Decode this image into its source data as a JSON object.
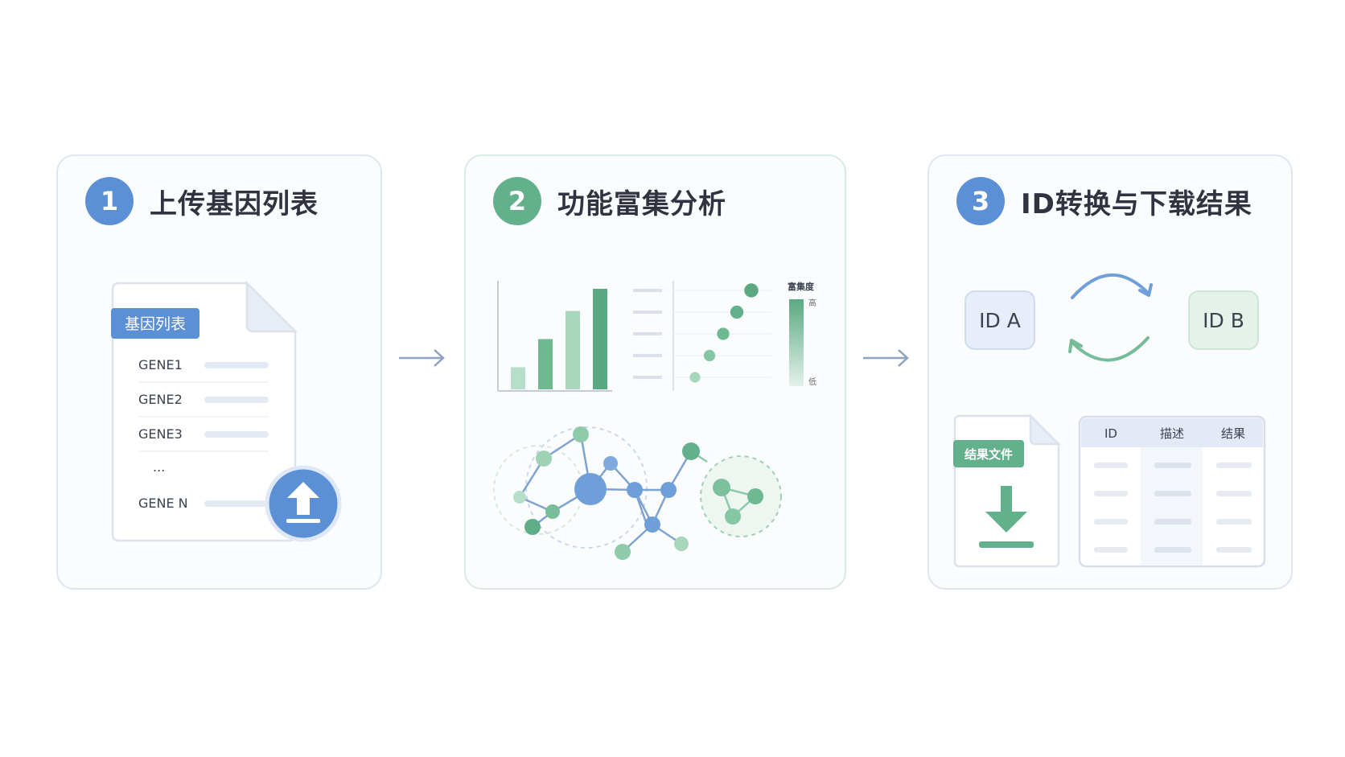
{
  "steps": [
    {
      "number": "1",
      "title": "上传基因列表",
      "color": "#5b8fd6"
    },
    {
      "number": "2",
      "title": "功能富集分析",
      "color": "#62b08c"
    },
    {
      "number": "3",
      "title": "ID转换与下载结果",
      "color": "#5b8fd6"
    }
  ],
  "step1": {
    "file_tag": "基因列表",
    "genes": [
      "GENE1",
      "GENE2",
      "GENE3",
      "...",
      "GENE N"
    ],
    "upload_icon": "upload-icon"
  },
  "step2": {
    "bar_chart": {
      "values": [
        0.22,
        0.5,
        0.78,
        1.0
      ]
    },
    "dot_plot": {
      "values": [
        0.9,
        0.72,
        0.55,
        0.38,
        0.2
      ]
    },
    "legend": {
      "title": "富集度",
      "high": "高",
      "low": "低"
    }
  },
  "step3": {
    "id_a": "ID A",
    "id_b": "ID B",
    "result_file_tag": "结果文件",
    "table_headers": [
      "ID",
      "描述",
      "结果"
    ],
    "download_icon": "download-icon"
  },
  "colors": {
    "blue": "#5b8fd6",
    "green": "#62b08c",
    "border": "#dfe6f1"
  }
}
